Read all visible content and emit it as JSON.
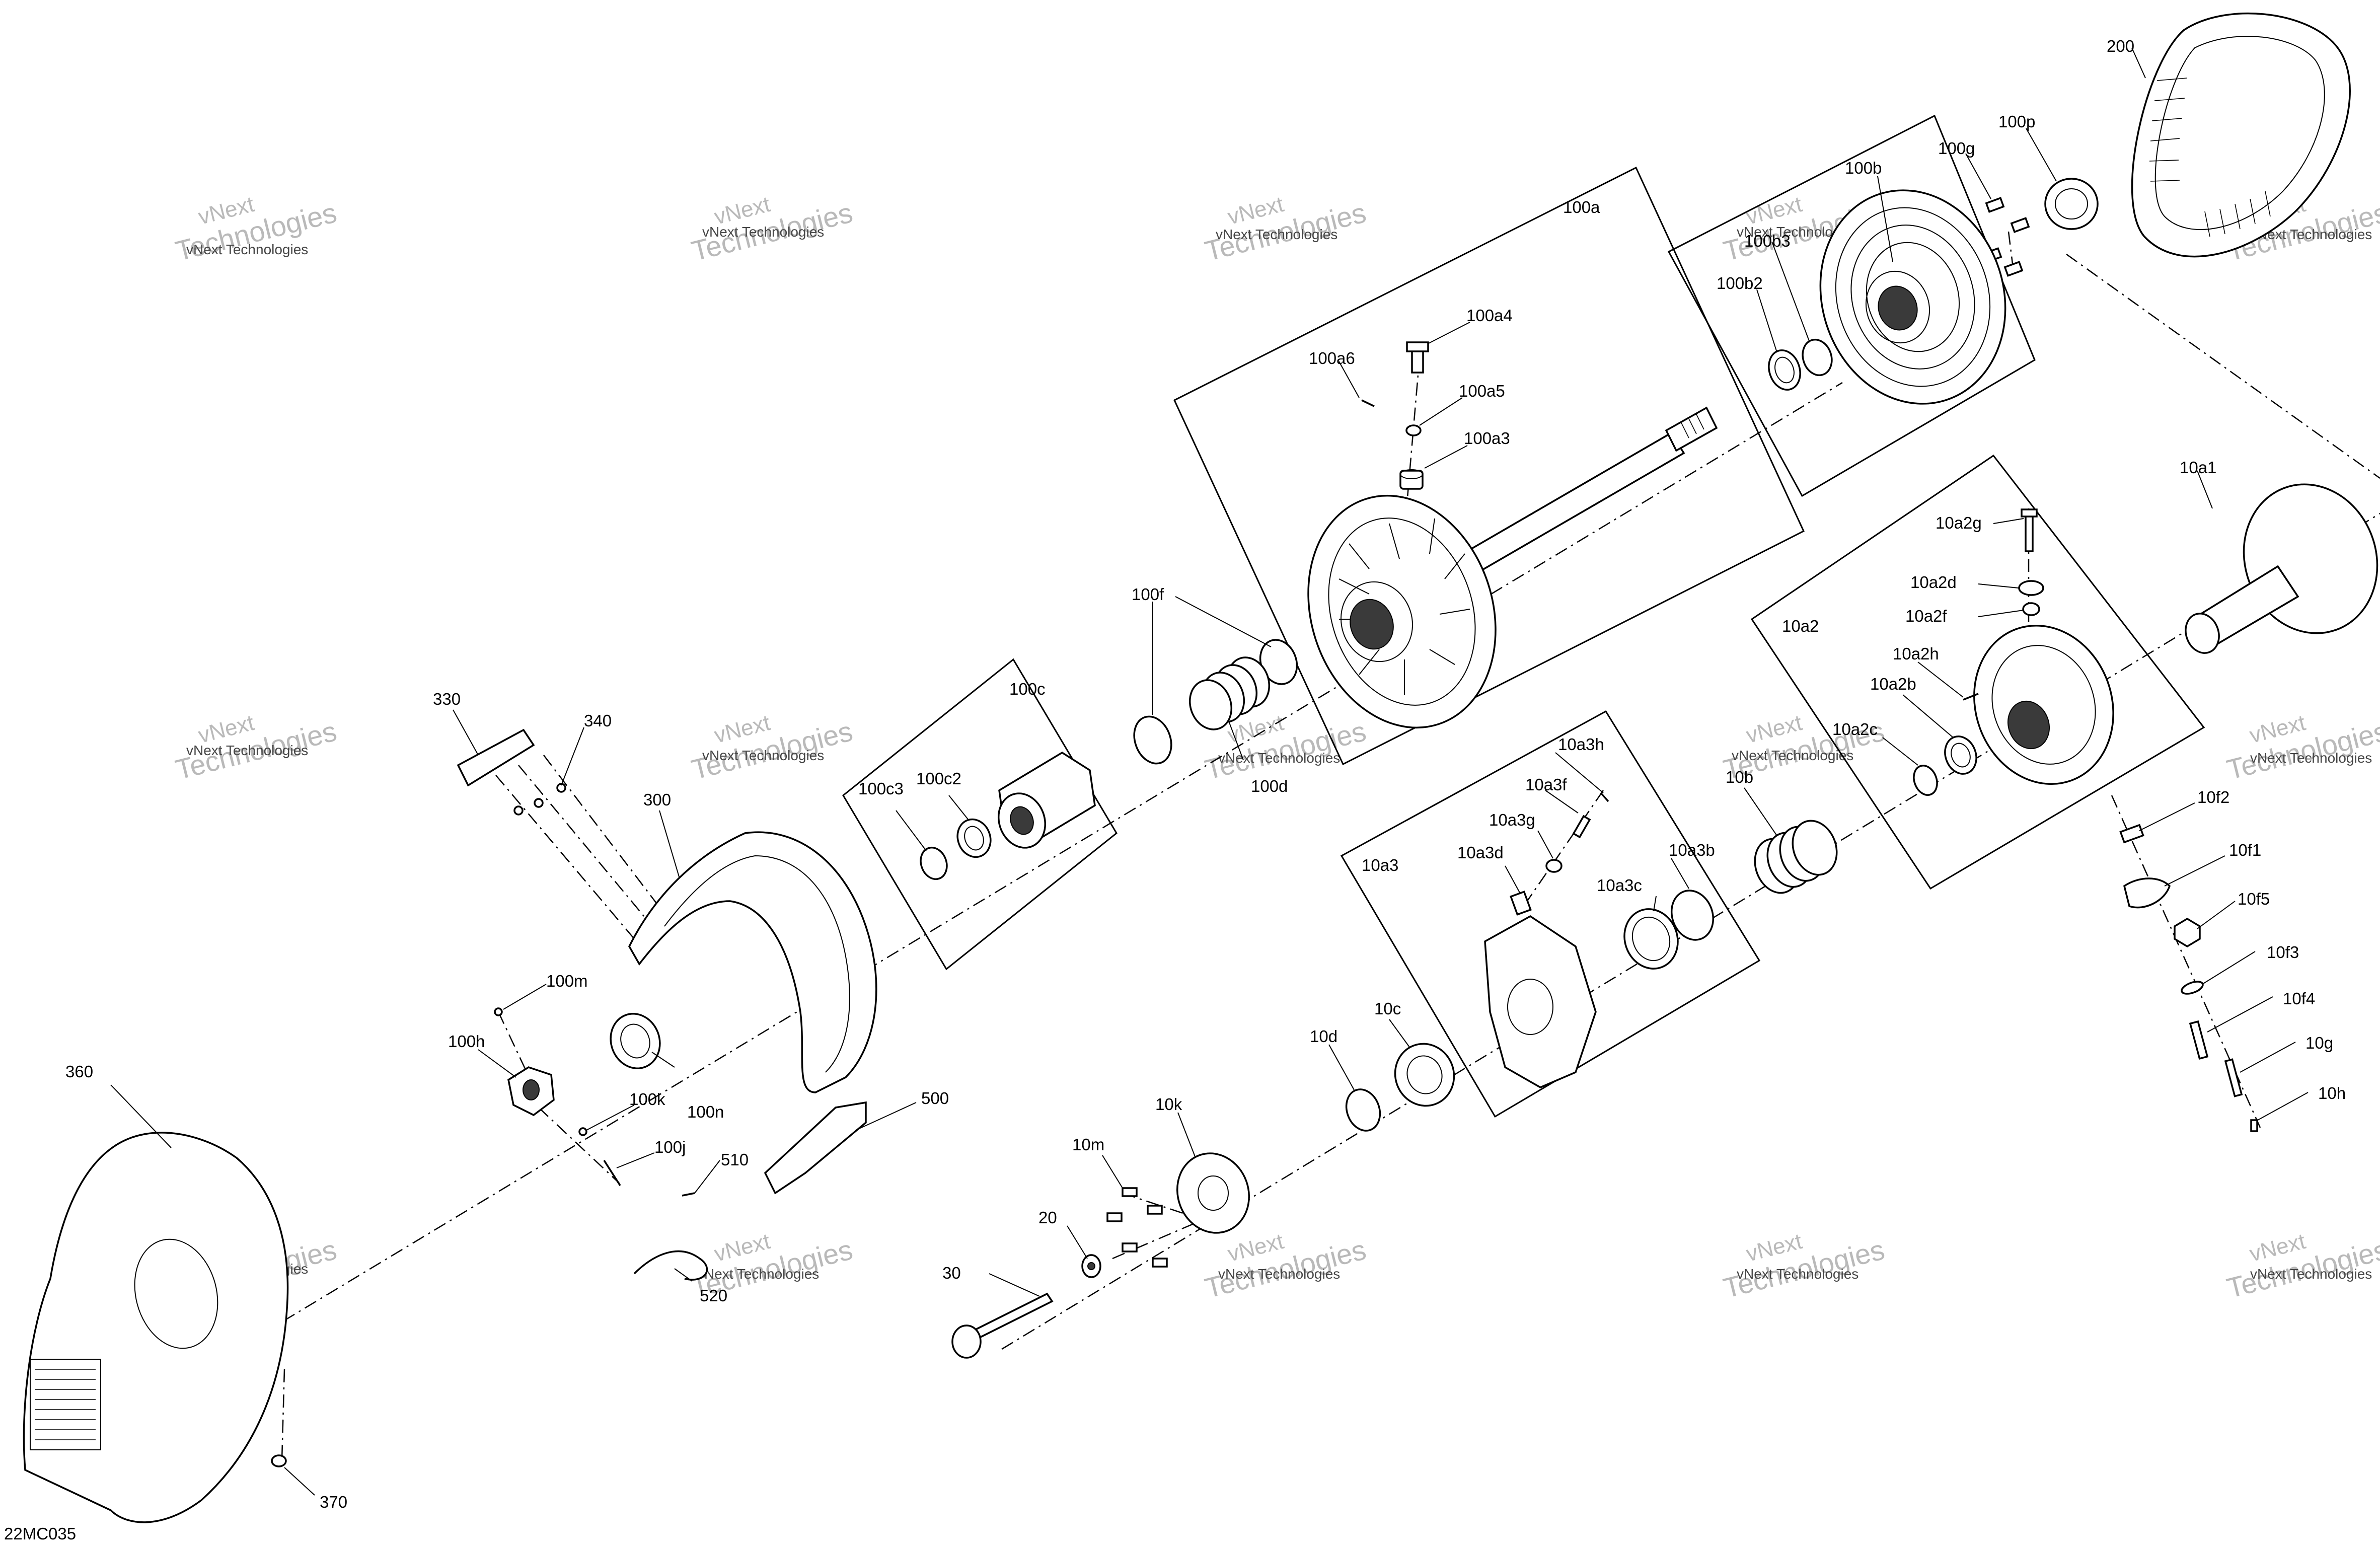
{
  "diagram_code": "22MC035",
  "watermark_text": "vNext Technologies",
  "watermark_text_parts": [
    "vNext",
    "Technologies"
  ],
  "callouts": {
    "c100a": "100a",
    "c100a3": "100a3",
    "c100a4": "100a4",
    "c100a5": "100a5",
    "c100a6": "100a6",
    "c100b": "100b",
    "c100b2": "100b2",
    "c100b3": "100b3",
    "c100c": "100c",
    "c100c2": "100c2",
    "c100c3": "100c3",
    "c100d": "100d",
    "c100f": "100f",
    "c100g": "100g",
    "c100h": "100h",
    "c100j": "100j",
    "c100k": "100k",
    "c100m": "100m",
    "c100n": "100n",
    "c100p": "100p",
    "c200": "200",
    "c300": "300",
    "c330": "330",
    "c340": "340",
    "c360": "360",
    "c370": "370",
    "c500": "500",
    "c510": "510",
    "c520": "520",
    "c20": "20",
    "c30": "30",
    "c10a1": "10a1",
    "c10a2": "10a2",
    "c10a2b": "10a2b",
    "c10a2c": "10a2c",
    "c10a2d": "10a2d",
    "c10a2f": "10a2f",
    "c10a2g": "10a2g",
    "c10a2h": "10a2h",
    "c10a3": "10a3",
    "c10a3b": "10a3b",
    "c10a3c": "10a3c",
    "c10a3d": "10a3d",
    "c10a3f": "10a3f",
    "c10a3g": "10a3g",
    "c10a3h": "10a3h",
    "c10b": "10b",
    "c10c": "10c",
    "c10d": "10d",
    "c10f1": "10f1",
    "c10f2": "10f2",
    "c10f3": "10f3",
    "c10f4": "10f4",
    "c10f5": "10f5",
    "c10g": "10g",
    "c10h": "10h",
    "c10k": "10k",
    "c10m": "10m"
  }
}
